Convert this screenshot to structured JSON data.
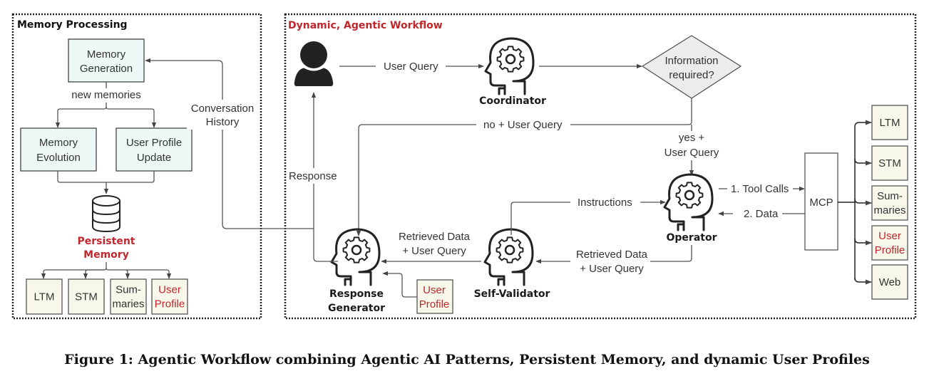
{
  "panels": {
    "memory_processing": {
      "title": "Memory Processing"
    },
    "agentic_workflow": {
      "title": "Dynamic, Agentic Workflow"
    }
  },
  "memory_processing": {
    "memory_generation": [
      "Memory",
      "Generation"
    ],
    "new_memories_label": "new memories",
    "memory_evolution": [
      "Memory",
      "Evolution"
    ],
    "user_profile_update": [
      "User Profile",
      "Update"
    ],
    "persistent_memory": [
      "Persistent",
      "Memory"
    ],
    "stores": [
      {
        "lines": [
          "LTM"
        ],
        "highlight": false
      },
      {
        "lines": [
          "STM"
        ],
        "highlight": false
      },
      {
        "lines": [
          "Sum-",
          "maries"
        ],
        "highlight": false
      },
      {
        "lines": [
          "User",
          "Profile"
        ],
        "highlight": true
      }
    ]
  },
  "edges": {
    "conversation_history": [
      "Conversation",
      "History"
    ],
    "response": "Response",
    "user_query": "User Query",
    "no_user_query": "no + User Query",
    "yes_user_query": [
      "yes +",
      "User Query"
    ],
    "instructions": "Instructions",
    "tool_calls": "1. Tool Calls",
    "data": "2. Data",
    "retrieved_to_validator": [
      "Retrieved Data",
      "+ User Query"
    ],
    "retrieved_to_generator": [
      "Retrieved Data",
      "+ User Query"
    ]
  },
  "agents": {
    "coordinator": [
      "Coordinator"
    ],
    "operator": [
      "Operator"
    ],
    "self_validator": [
      "Self-Validator"
    ],
    "response_generator": [
      "Response",
      "Generator"
    ]
  },
  "decision": [
    "Information",
    "required?"
  ],
  "mcp": {
    "label": "MCP"
  },
  "generator_input": [
    "User",
    "Profile"
  ],
  "tools": [
    {
      "lines": [
        "LTM"
      ],
      "highlight": false
    },
    {
      "lines": [
        "STM"
      ],
      "highlight": false
    },
    {
      "lines": [
        "Sum-",
        "maries"
      ],
      "highlight": false
    },
    {
      "lines": [
        "User",
        "Profile"
      ],
      "highlight": true
    },
    {
      "lines": [
        "Web"
      ],
      "highlight": false
    }
  ],
  "colors": {
    "accent_red": "#c0272d",
    "memory_box_fill": "#eef8f6",
    "store_box_fill": "#f8f8ea",
    "decision_fill": "#ececec"
  },
  "caption": "Figure 1: Agentic Workflow combining Agentic AI Patterns, Persistent Memory, and dynamic User Profiles"
}
